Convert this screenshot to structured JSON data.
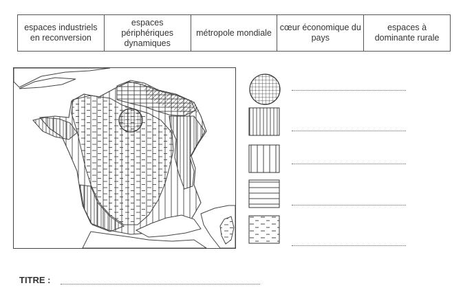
{
  "terms": [
    "espaces industriels en reconversion",
    "espaces périphériques dynamiques",
    "métropole mondiale",
    "cœur économique du pays",
    "espaces à dominante rurale"
  ],
  "legend": {
    "items": [
      {
        "shape": "circle",
        "pattern": "crosshatch"
      },
      {
        "shape": "square",
        "pattern": "dense-vertical"
      },
      {
        "shape": "square",
        "pattern": "wide-vertical"
      },
      {
        "shape": "square",
        "pattern": "horizontal"
      },
      {
        "shape": "square",
        "pattern": "dashes"
      }
    ]
  },
  "title_label": "TITRE :"
}
